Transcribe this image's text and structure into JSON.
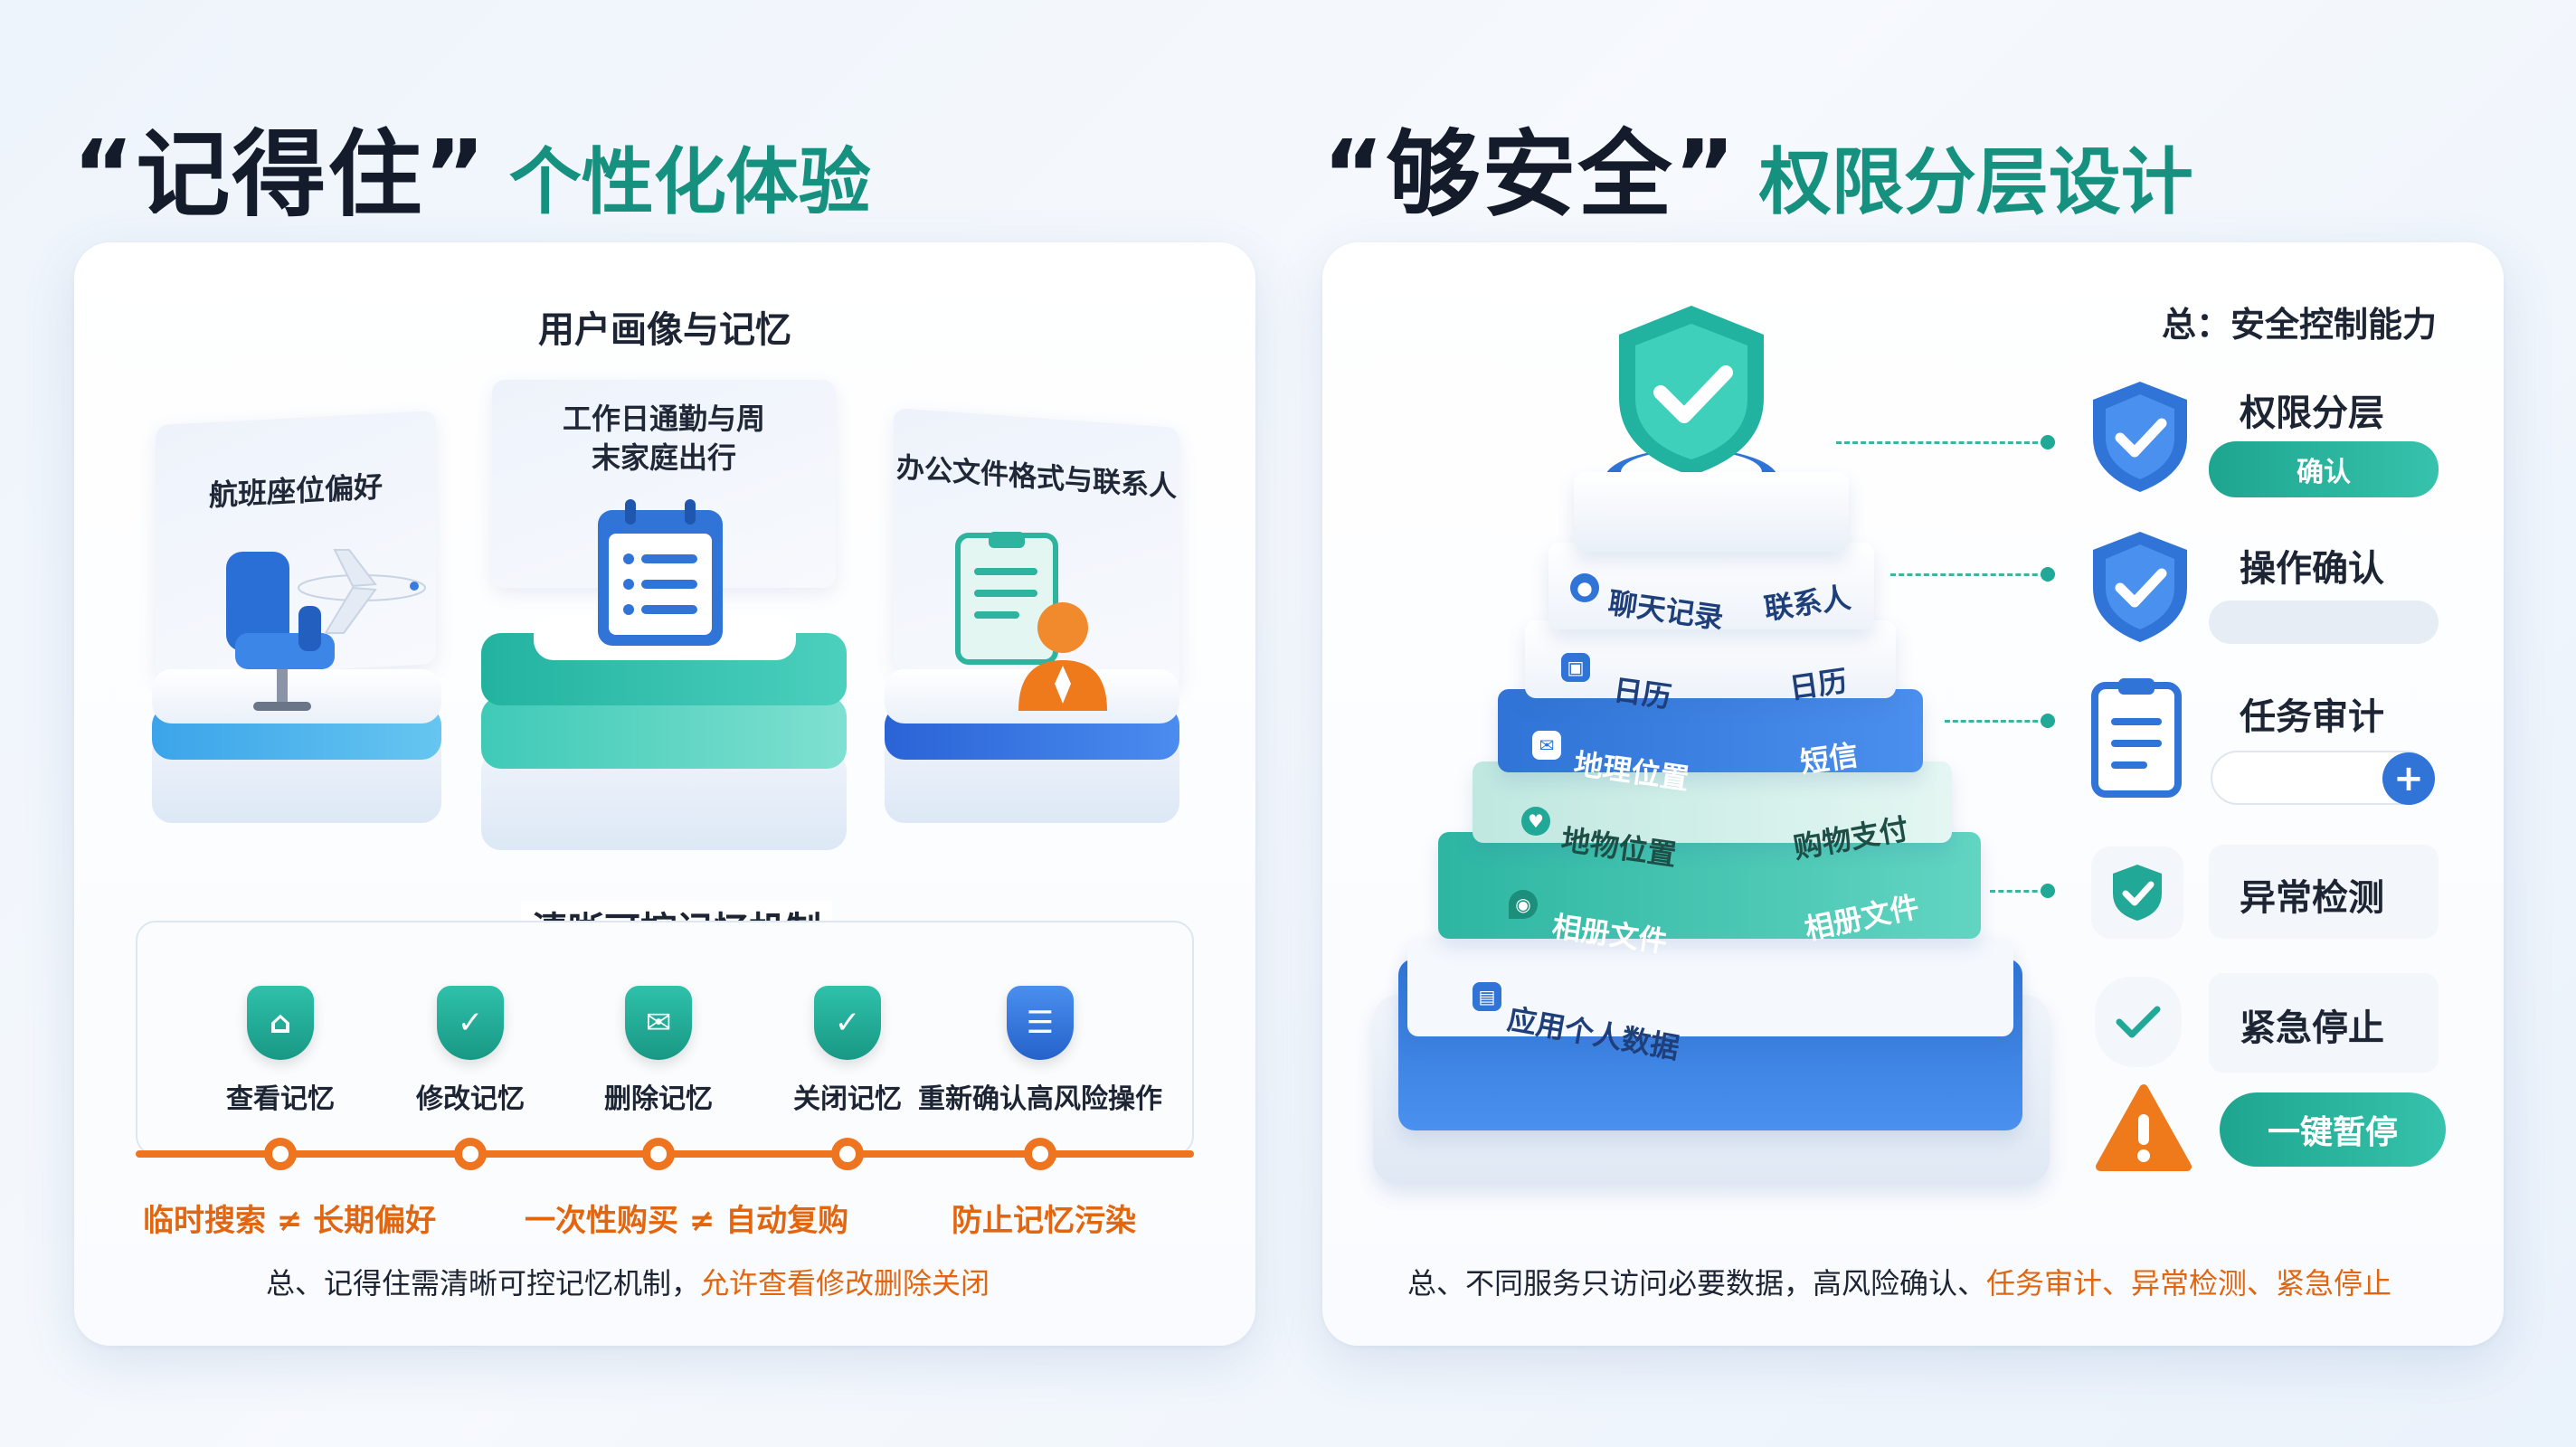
{
  "left": {
    "heading_quote": "“记得住”",
    "heading_sub": "个性化体验",
    "profile_title": "用户画像与记忆",
    "cards": [
      {
        "label": "航班座位偏好"
      },
      {
        "label": "工作日通勤与周\n末家庭出行"
      },
      {
        "label": "办公文件格式与联系人"
      }
    ],
    "mechanism_title": "清晰可控记忆机制",
    "mechanisms": [
      {
        "label": "查看记忆",
        "icon": "home-shield-icon",
        "color": "#1ea58f"
      },
      {
        "label": "修改记忆",
        "icon": "check-shield-icon",
        "color": "#1ea58f"
      },
      {
        "label": "删除记忆",
        "icon": "mail-shield-icon",
        "color": "#1ea58f"
      },
      {
        "label": "关闭记忆",
        "icon": "lock-shield-icon",
        "color": "#1ea58f"
      },
      {
        "label": "重新确认高风险操作",
        "icon": "doc-shield-icon",
        "color": "#2f74d6"
      }
    ],
    "notes": [
      "临时搜索 ≠ 长期偏好",
      "一次性购买 ≠ 自动复购",
      "防止记忆污染"
    ],
    "summary_prefix": "总、记得住需清晰可控记忆机制，",
    "summary_highlight": "允许查看修改删除关闭"
  },
  "right": {
    "heading_quote": "“够安全”",
    "heading_sub": "权限分层设计",
    "controls_title": "总：安全控制能力",
    "layers": [
      {
        "left": "聊天记录",
        "right": "联系人"
      },
      {
        "left": "日历",
        "right": "日历"
      },
      {
        "left": "地理位置",
        "right": "短信"
      },
      {
        "left": "地物位置",
        "right": "购物支付"
      },
      {
        "left": "相册文件",
        "right": "相册文件"
      },
      {
        "left": "应用个人数据",
        "right": ""
      }
    ],
    "controls": [
      {
        "label": "权限分层",
        "button": "确认",
        "icon": "shield-check-icon"
      },
      {
        "label": "操作确认",
        "button": "",
        "icon": "shield-check-icon"
      },
      {
        "label": "任务审计",
        "button": "+",
        "icon": "clipboard-icon"
      },
      {
        "label": "异常检测",
        "button": "",
        "icon": "check-badge-icon"
      },
      {
        "label": "紧急停止",
        "button": "",
        "icon": "check-icon"
      }
    ],
    "pause_button": "一键暂停",
    "summary_prefix": "总、不同服务只访问必要数据，高风险确认、",
    "summary_highlight": "任务审计、异常检测、紧急停止"
  },
  "colors": {
    "teal": "#1ea58f",
    "blue": "#2f74d6",
    "orange": "#ef7420",
    "dark": "#141c2c"
  }
}
